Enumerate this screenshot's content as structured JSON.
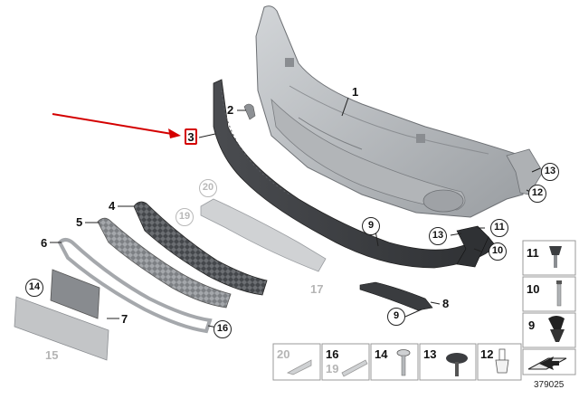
{
  "diagram": {
    "id": "379025",
    "callouts": {
      "c1": "1",
      "c2": "2",
      "c3": "3",
      "c4": "4",
      "c5": "5",
      "c6": "6",
      "c7": "7",
      "c8": "8",
      "c9a": "9",
      "c9b": "9",
      "c10": "10",
      "c11": "11",
      "c12": "12",
      "c13a": "13",
      "c13b": "13",
      "c14": "14",
      "c15": "15",
      "c16": "16",
      "c17": "17",
      "c19": "19",
      "c20": "20"
    },
    "legend_right": [
      "11",
      "10",
      "9"
    ],
    "legend_bottom": [
      "20",
      "16",
      "19",
      "14",
      "13",
      "12"
    ],
    "colors": {
      "highlight": "#d40000",
      "part_light": "#b9bcbf",
      "part_dark": "#3d3f42",
      "greyed": "#b5b5b5"
    }
  }
}
